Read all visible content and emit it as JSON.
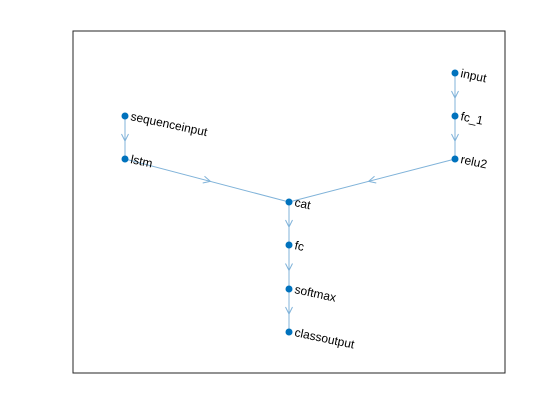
{
  "graph": {
    "edge_color": "#80b3d9",
    "node_color": "#0072bd",
    "label_color": "#000000",
    "nodes": [
      {
        "id": "sequenceinput",
        "label": "sequenceinput"
      },
      {
        "id": "lstm",
        "label": "lstm"
      },
      {
        "id": "input",
        "label": "input"
      },
      {
        "id": "fc_1",
        "label": "fc_1"
      },
      {
        "id": "relu2",
        "label": "relu2"
      },
      {
        "id": "cat",
        "label": "cat"
      },
      {
        "id": "fc",
        "label": "fc"
      },
      {
        "id": "softmax",
        "label": "softmax"
      },
      {
        "id": "classoutput",
        "label": "classoutput"
      }
    ],
    "edges": [
      {
        "from": "sequenceinput",
        "to": "lstm"
      },
      {
        "from": "lstm",
        "to": "cat"
      },
      {
        "from": "input",
        "to": "fc_1"
      },
      {
        "from": "fc_1",
        "to": "relu2"
      },
      {
        "from": "relu2",
        "to": "cat"
      },
      {
        "from": "cat",
        "to": "fc"
      },
      {
        "from": "fc",
        "to": "softmax"
      },
      {
        "from": "softmax",
        "to": "classoutput"
      }
    ]
  }
}
